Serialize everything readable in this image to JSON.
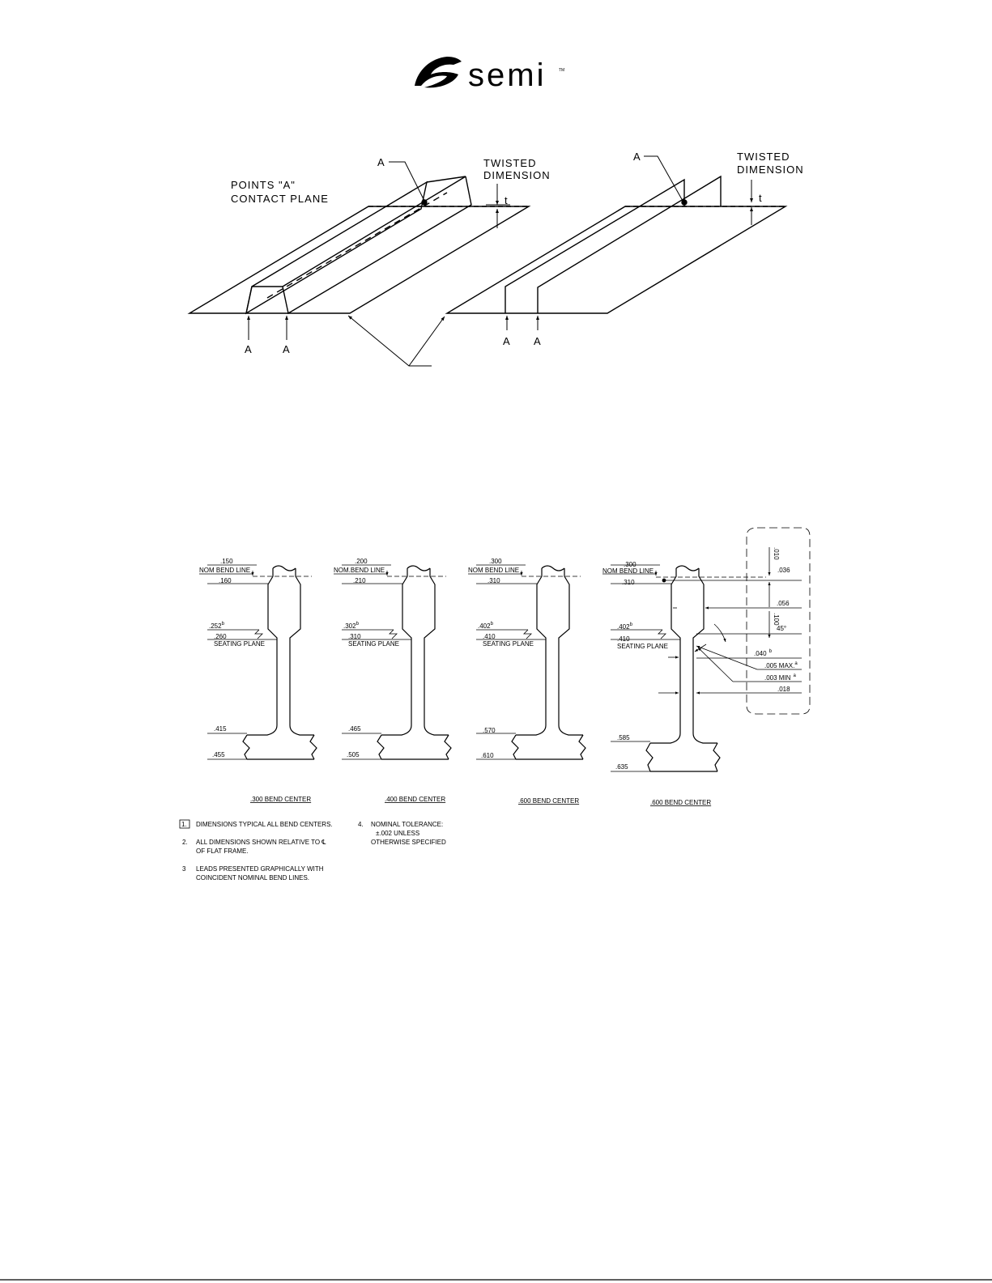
{
  "logo": {
    "text": "semi",
    "tm": "TM"
  },
  "figure_top": {
    "contact_plane_label": [
      "POINTS \"A\"",
      "CONTACT  PLANE"
    ],
    "twisted_label": [
      "TWISTED",
      "DIMENSION"
    ],
    "point_label": "A",
    "t_label": "t"
  },
  "figure_bottom": {
    "leads": [
      {
        "top_a": ".150",
        "bend": "NOM BEND LINE",
        "top_b": ".160",
        "seat_a": ".252",
        "seat_a_sup": "b",
        "seat_b": ".260",
        "seat": "SEATING PLANE",
        "low_a": ".415",
        "low_b": ".455",
        "caption": ".300 BEND CENTER"
      },
      {
        "top_a": ".200",
        "bend": "NOM.BEND LINE",
        "top_b": ".210",
        "seat_a": ".302",
        "seat_a_sup": "b",
        "seat_b": ".310",
        "seat": "SEATING PLANE",
        "low_a": ".465",
        "low_b": ".505",
        "caption": ".400 BEND CENTER"
      },
      {
        "top_a": ".300",
        "bend": "NOM BEND LINE",
        "top_b": ".310",
        "seat_a": ".402",
        "seat_a_sup": "b",
        "seat_b": ".410",
        "seat": "SEATING PLANE",
        "low_a": ".570",
        "low_b": ".610",
        "caption": ".600 BEND CENTER"
      },
      {
        "top_a": ".300",
        "bend": "NOM BEND LINE",
        "top_b": ".310",
        "seat_a": ".402",
        "seat_a_sup": "b",
        "seat_b": ".410",
        "seat": "SEATING PLANE",
        "low_a": ".585",
        "low_b": ".635",
        "caption": ".600 BEND CENTER"
      }
    ],
    "detail": {
      "d010": ".010",
      "d036": ".036",
      "d056": ".056",
      "d100": ".100",
      "angle": "45°",
      "d040": ".040",
      "d040_sup": "b",
      "d005": ".005 MAX.",
      "d005_sup": "a",
      "d003": ".003 MIN",
      "d003_sup": "a",
      "d018": ".018"
    },
    "notes": [
      {
        "num": "1.",
        "lines": [
          "DIMENSIONS TYPICAL ALL BEND CENTERS."
        ]
      },
      {
        "num": "2.",
        "lines": [
          "ALL DIMENSIONS SHOWN RELATIVE TO ℄",
          "OF FLAT FRAME."
        ]
      },
      {
        "num": "3",
        "lines": [
          "LEADS PRESENTED GRAPHICALLY WITH",
          "COINCIDENT NOMINAL BEND LINES."
        ]
      },
      {
        "num": "4.",
        "lines": [
          "NOMINAL TOLERANCE:",
          "±.002 UNLESS",
          "OTHERWISE SPECIFIED"
        ]
      }
    ]
  }
}
